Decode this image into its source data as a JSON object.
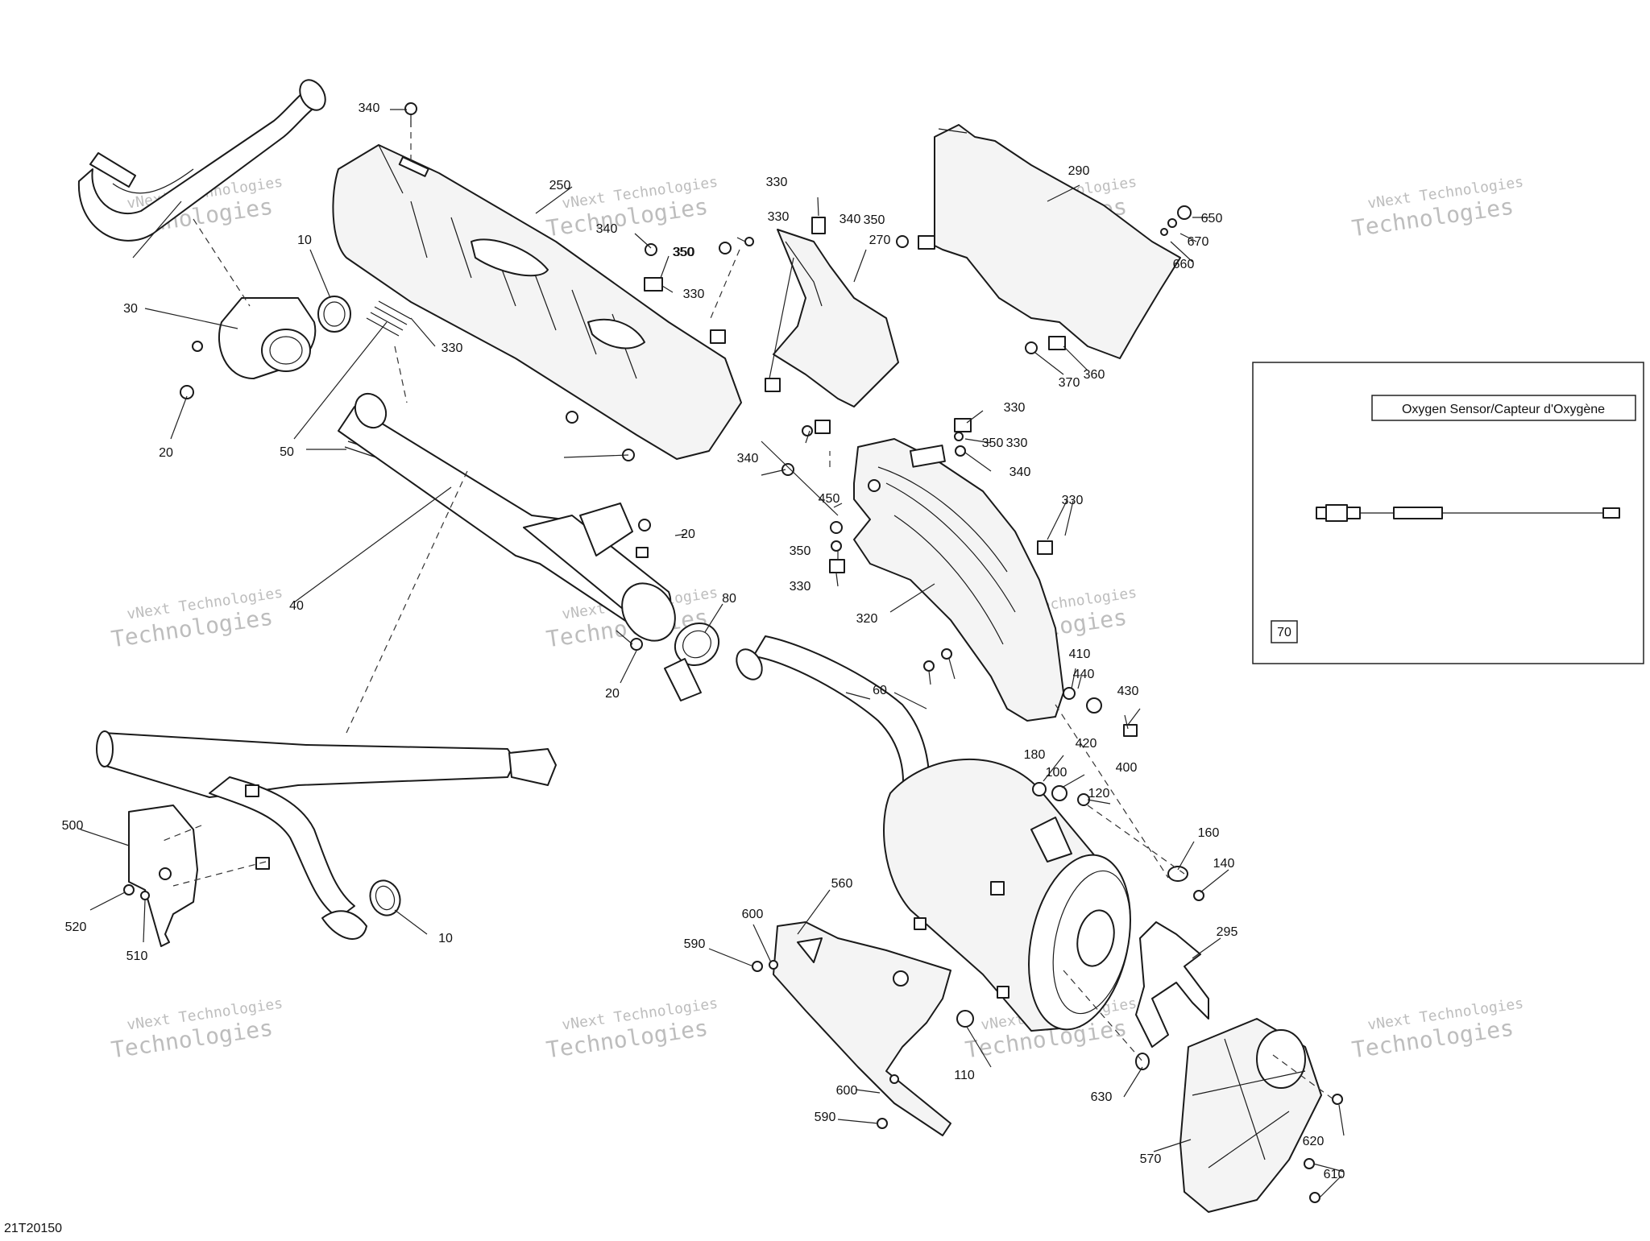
{
  "diagram_id": "21T20150",
  "inset": {
    "title": "Oxygen Sensor/Capteur d'Oxygène",
    "part_number": "70"
  },
  "watermark": {
    "line1": "vNext Technologies",
    "line2": "Technologies"
  },
  "callouts": [
    "340",
    "250",
    "10",
    "30",
    "20",
    "50",
    "40",
    "330",
    "340",
    "350",
    "330",
    "350",
    "270",
    "290",
    "650",
    "670",
    "660",
    "370",
    "360",
    "330",
    "330",
    "350",
    "340",
    "340",
    "450",
    "350",
    "330",
    "320",
    "330",
    "20",
    "20",
    "80",
    "60",
    "410",
    "440",
    "430",
    "420",
    "400",
    "180",
    "100",
    "120",
    "160",
    "140",
    "295",
    "500",
    "520",
    "510",
    "10",
    "560",
    "600",
    "590",
    "600",
    "590",
    "110",
    "630",
    "570",
    "620",
    "610",
    "330",
    "350",
    "340",
    "330",
    "340",
    "350"
  ]
}
